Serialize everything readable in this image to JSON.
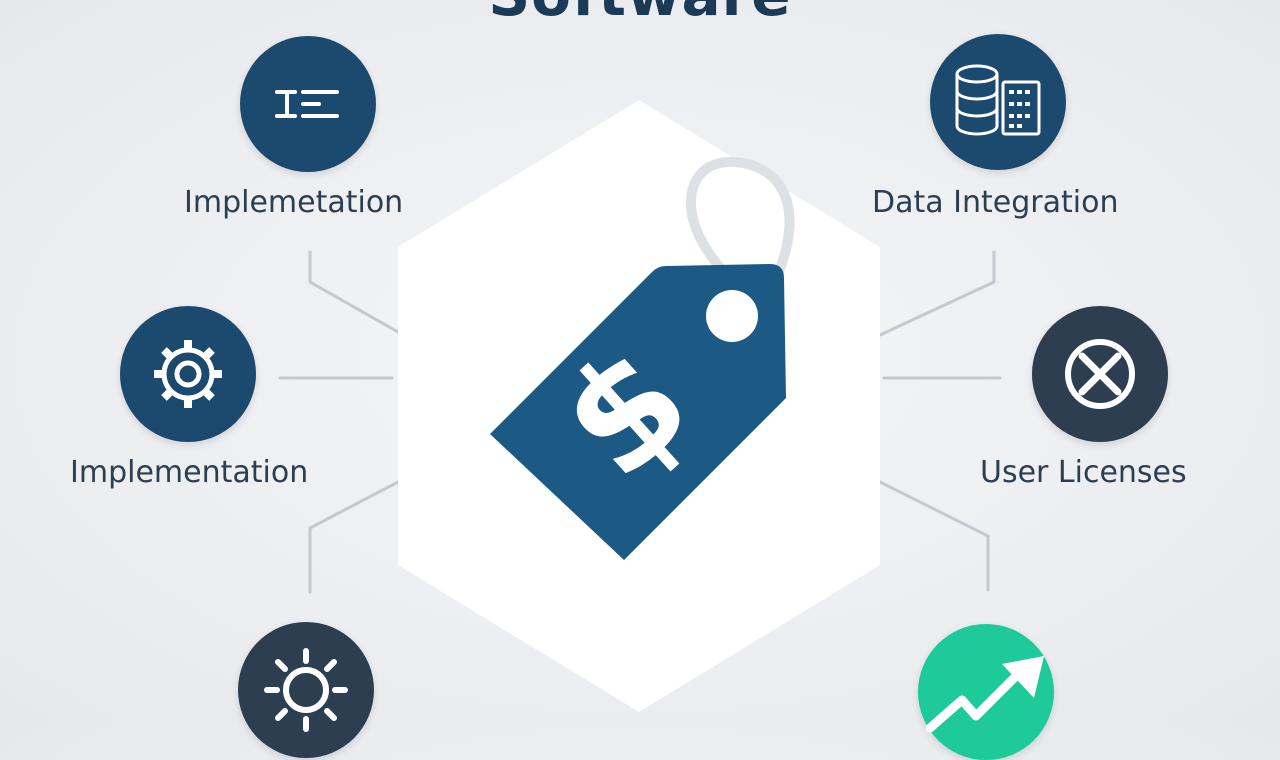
{
  "title": "Software",
  "center": {
    "icon": "price-tag-dollar-icon"
  },
  "nodes": [
    {
      "label": "Implemetation",
      "icon": "connector-bars-icon",
      "color": "#1c4a6e"
    },
    {
      "label": "Data Integration",
      "icon": "database-table-icon",
      "color": "#1c4a6e"
    },
    {
      "label": "Implementation",
      "icon": "gear-icon",
      "color": "#1c4a6e"
    },
    {
      "label": "User Licenses",
      "icon": "circle-x-icon",
      "color": "#2c3e50"
    },
    {
      "label": "",
      "icon": "sun-gear-icon",
      "color": "#2c3e50"
    },
    {
      "label": "",
      "icon": "trend-arrow-icon",
      "color": "#1ec99a"
    }
  ],
  "colors": {
    "title": "#1b3a57",
    "tag": "#1c5a85",
    "accent": "#1ec99a",
    "connector": "#c4c9cf"
  }
}
